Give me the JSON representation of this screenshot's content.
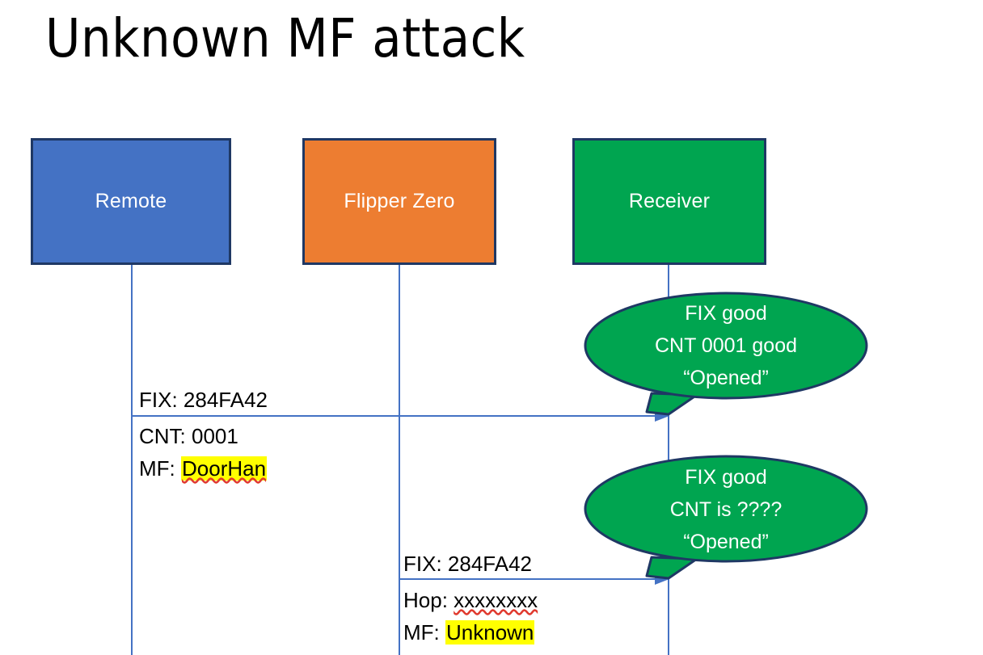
{
  "slide": {
    "title": "Unknown MF attack",
    "background": "#FFFFFF"
  },
  "colors": {
    "remote_fill": "#4472C4",
    "flipper_fill": "#ED7D31",
    "receiver_fill": "#00A550",
    "node_border": "#1F3864",
    "lifeline": "#4472C4",
    "arrow": "#4472C4",
    "bubble_fill": "#00A550",
    "bubble_border": "#1F3864",
    "highlight": "#FFFF00",
    "spellcheck": "#E03A2F",
    "text": "#000000",
    "node_text": "#FFFFFF"
  },
  "nodes": [
    {
      "id": "remote",
      "label": "Remote",
      "fill": "#4472C4"
    },
    {
      "id": "flipper",
      "label": "Flipper Zero",
      "fill": "#ED7D31"
    },
    {
      "id": "receiver",
      "label": "Receiver",
      "fill": "#00A550"
    }
  ],
  "messages": [
    {
      "id": "msg-remote-to-receiver",
      "from": "remote",
      "to": "receiver",
      "lines": [
        {
          "prefix": "FIX: ",
          "value": "284FA42",
          "highlight": false,
          "spellcheck": false
        },
        {
          "prefix": "CNT: ",
          "value": "0001",
          "highlight": false,
          "spellcheck": false
        },
        {
          "prefix": "MF: ",
          "value": "DoorHan",
          "highlight": true,
          "spellcheck": true
        }
      ]
    },
    {
      "id": "msg-flipper-to-receiver",
      "from": "flipper",
      "to": "receiver",
      "lines": [
        {
          "prefix": "FIX: ",
          "value": "284FA42",
          "highlight": false,
          "spellcheck": false
        },
        {
          "prefix": "Hop: ",
          "value": "xxxxxxxx",
          "highlight": false,
          "spellcheck": true
        },
        {
          "prefix": "MF: ",
          "value": "Unknown",
          "highlight": true,
          "spellcheck": false
        }
      ]
    }
  ],
  "callouts": [
    {
      "id": "callout-good",
      "lines": [
        "FIX good",
        "CNT 0001 good",
        "“Opened”"
      ]
    },
    {
      "id": "callout-unknown",
      "lines": [
        "FIX good",
        "CNT is ????",
        "“Opened”"
      ]
    }
  ]
}
